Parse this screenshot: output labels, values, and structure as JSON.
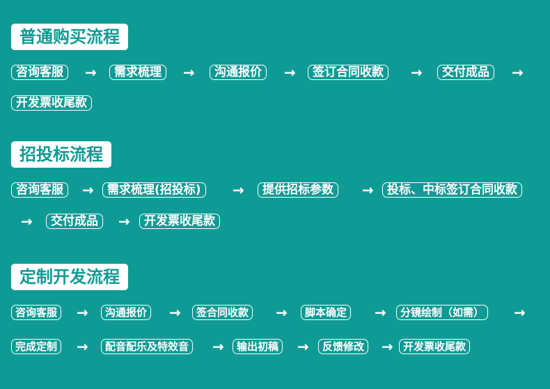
{
  "sections": [
    {
      "title": "普通购买流程",
      "steps": [
        "咨询客服",
        "需求梳理",
        "沟通报价",
        "签订合同收款",
        "交付成品",
        "开发票收尾款"
      ]
    },
    {
      "title": "招投标流程",
      "steps": [
        "咨询客服",
        "需求梳理(招投标)",
        "提供招标参数",
        "投标、中标签订合同收款",
        "交付成品",
        "开发票收尾款"
      ]
    },
    {
      "title": "定制开发流程",
      "steps": [
        "咨询客服",
        "沟通报价",
        "签合同收款",
        "脚本确定",
        "分镜绘制（如需）",
        "完成定制",
        "配音配乐及特效音",
        "输出初稿",
        "反馈修改",
        "开发票收尾款"
      ]
    }
  ],
  "arrow_symbol": "→",
  "colors": {
    "background": "#0f9b95",
    "foreground": "#ffffff"
  }
}
